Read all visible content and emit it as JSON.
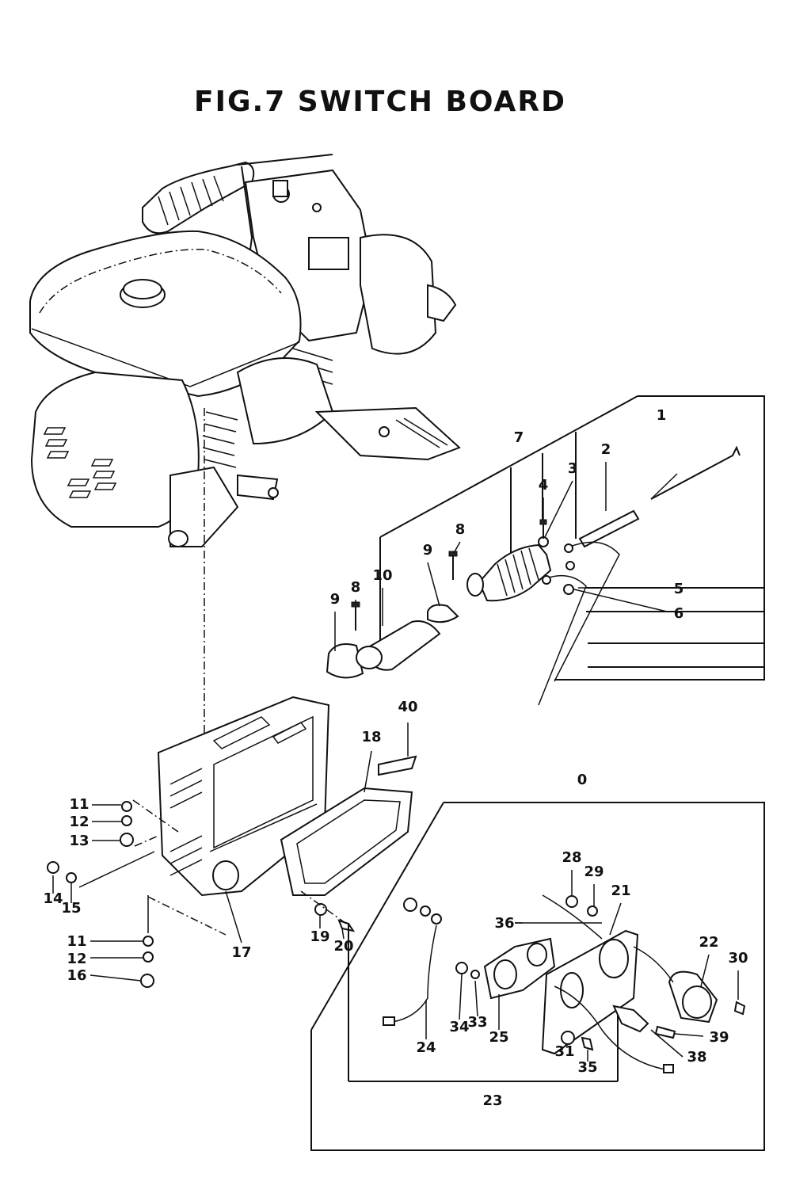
{
  "figure": {
    "title": "FIG.7  SWITCH  BOARD"
  },
  "callouts": [
    "0",
    "1",
    "2",
    "3",
    "4",
    "5",
    "6",
    "7",
    "8",
    "8",
    "9",
    "9",
    "10",
    "11",
    "12",
    "13",
    "14",
    "15",
    "11",
    "12",
    "16",
    "17",
    "18",
    "19",
    "20",
    "40",
    "21",
    "22",
    "23",
    "24",
    "25",
    "28",
    "29",
    "30",
    "31",
    "33",
    "34",
    "35",
    "36",
    "38",
    "39"
  ]
}
